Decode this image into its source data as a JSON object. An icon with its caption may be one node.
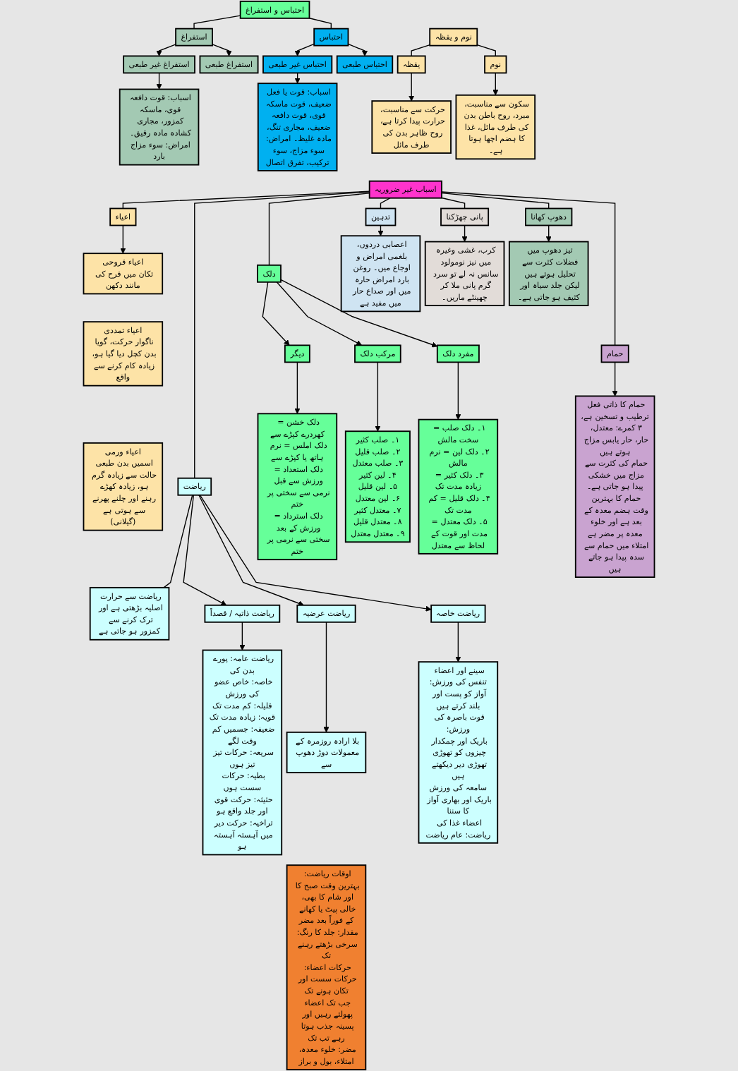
{
  "diagram": {
    "nodes": [
      {
        "text": [
          "احتباس و استفراغ"
        ]
      },
      {
        "text": [
          "استفراغ"
        ]
      },
      {
        "text": [
          "احتباس"
        ]
      },
      {
        "text": [
          "استفراغ غیر طبعی"
        ]
      },
      {
        "text": [
          "استفراغ طبعی"
        ]
      },
      {
        "text": [
          "احتباس غیر طبعی"
        ]
      },
      {
        "text": [
          "احتباس طبعی"
        ]
      },
      {
        "text": [
          "اسباب: قوت دافعہ قوی، ماسکہ کمزور، مجاری کشادہ مادہ رقیق۔ امراض: سوء مزاج بارد"
        ]
      },
      {
        "text": [
          "اسباب: قوت یا فعل ضعیف، قوت ماسکہ قوی، قوت دافعہ ضعیف، مجاری تنگ، مادہ غلیظ۔ امراض: سوء مزاج، سوء ترکیب، تفرق اتصال"
        ]
      },
      {
        "text": [
          "نوم و یقظہ"
        ]
      },
      {
        "text": [
          "یقظہ"
        ]
      },
      {
        "text": [
          "نوم"
        ]
      },
      {
        "text": [
          "حرکت سے مناسبت، حرارت پیدا کرتا ہے، روح ظاہر بدن کی طرف مائل"
        ]
      },
      {
        "text": [
          "سکون سے مناسبت، مبرد، روح باطن بدن کی طرف مائل، غذا کا ہضم اچھا ہوتا ہے۔"
        ]
      },
      {
        "text": [
          "اسباب غیر ضروریہ"
        ]
      },
      {
        "text": [
          "اعیاء"
        ]
      },
      {
        "text": [
          "ریاضت"
        ]
      },
      {
        "text": [
          "دلک"
        ]
      },
      {
        "text": [
          "تدہین"
        ]
      },
      {
        "text": [
          "پانی چھڑکنا"
        ]
      },
      {
        "text": [
          "دھوپ کھانا"
        ]
      },
      {
        "text": [
          "حمام"
        ]
      },
      {
        "text": [
          "اعیاء قروحی",
          "تکان میں قرح کی مانند دکھن"
        ]
      },
      {
        "text": [
          "اعیاء تمددی",
          "ناگوار حرکت، گویا بدن کچل دیا گیا ہو، زیادہ کام کرنے سے واقع"
        ]
      },
      {
        "text": [
          "اعیاء ورمی",
          "اسمیں بدن طبعی حالت سے زیادہ گرم ہو، زیادہ کھڑے رہنے اور چلنے پھرنے سے ہوتی ہے (گیلانی)"
        ]
      },
      {
        "text": [
          "اعصابی دردوں، بلغمی امراض و اوجاع میں۔ روغن بارد امراض حارہ میں اور صداع حار میں مفید ہے"
        ]
      },
      {
        "text": [
          "کرب، غشی وغیرہ میں نیز نومولود سانس نہ لے تو سرد گرم پانی ملا کر چھینٹے ماریں۔"
        ]
      },
      {
        "text": [
          "تیز دھوپ میں فضلات کثرت سے تحلیل ہوتے ہیں لیکن جلد سیاہ اور کثیف ہو جاتی ہے۔"
        ]
      },
      {
        "text": [
          "حمام کا ذاتی فعل ترطیب و تسخین ہے،",
          "۳ کمرے: معتدل، حار، حار یابس مزاج ہوتے ہیں",
          "حمام کی کثرت سے مزاج میں خشکی پیدا ہو جاتی ہے۔",
          "حمام کا بہترین وقت ہضم معدہ کے بعد ہے اور خلوء معدہ پر مضر ہے",
          "امتلاء میں حمام سے سدہ پیدا ہو جاتے ہیں"
        ]
      },
      {
        "text": [
          "دیگر"
        ]
      },
      {
        "text": [
          "مرکب دلک"
        ]
      },
      {
        "text": [
          "مفرد دلک"
        ]
      },
      {
        "text": [
          "دلک خشن = کھردرے کپڑے سے",
          "دلک املس = نرم ہاتھ یا کپڑے سے",
          "دلک استعداد = ورزش سے قبل نرمی سے سختی پر ختم",
          "دلک استرداد = ورزش کے بعد سختی سے نرمی پر ختم"
        ]
      },
      {
        "text": [
          "۱۔ صلب کثیر",
          "۲۔ صلب قلیل",
          "۳۔ صلب معتدل",
          "۴۔ لین کثیر",
          "۵۔ لین قلیل",
          "۶۔ لین معتدل",
          "۷۔ معتدل کثیر",
          "۸۔ معتدل قلیل",
          "۹۔ معتدل معتدل"
        ]
      },
      {
        "text": [
          "۱۔ دلک صلب = سخت مالش",
          "۲۔ دلک لین = نرم مالش",
          "۳۔ دلک کثیر = زیادہ مدت تک",
          "۴۔ دلک قلیل = کم مدت تک",
          "۵۔ دلک معتدل = مدت اور قوت کے لحاظ سے معتدل"
        ]
      },
      {
        "text": [
          "ریاضت سے حرارت اصلیہ بڑھتی ہے اور ترک کرنے سے کمزور ہو جاتی ہے"
        ]
      },
      {
        "text": [
          "ریاضت ذاتیہ / قصداً"
        ]
      },
      {
        "text": [
          "ریاضت عرضیہ"
        ]
      },
      {
        "text": [
          "ریاضت خاصہ"
        ]
      },
      {
        "text": [
          "ریاضت عامہ: پورے بدن کی",
          "خاصہ: خاص عضو کی ورزش",
          "قلیلہ: کم مدت تک",
          "قویہ: زیادہ مدت تک",
          "ضعیفہ: جسمیں کم وقت لگے",
          "سریعہ: حرکات تیز تیز ہوں",
          "بطیہ: حرکات سست ہوں",
          "حثیثہ: حرکت قوی اور جلد واقع ہو",
          "تراخیہ: حرکت دیر میں آہستہ آہستہ ہو"
        ]
      },
      {
        "text": [
          "بلا ارادہ روزمرہ کے معمولات دوڑ دھوپ سے"
        ]
      },
      {
        "text": [
          "سینے اور اعضاء تنفس کی ورزش:",
          "آواز کو پست اور بلند کرتے ہیں",
          "قوت باصرہ کی ورزش:",
          "باریک اور چمکدار چیزوں کو تھوڑی تھوڑی دیر دیکھتے ہیں",
          "سامعہ کی ورزش",
          "باریک اور بھاری آواز کا سننا",
          "اعضاء غذا کی ریاضت: عام ریاضت"
        ]
      },
      {
        "text": [
          "اوقات ریاضت: بہترین وقت صبح کا اور شام کا بھی، خالی پیٹ یا کھانے کے فوراً بعد مضر",
          "مقدار: جلد کا رنگ: سرخی بڑھتے رہنے تک",
          "حرکات اعضاء: حرکات سست اور تکان ہونے تک",
          "جب تک اعضاء پھولتے رہیں اور پسینہ جذب ہوتا رہے تب تک",
          "مضر: خلوء معدہ، امتلاء، بول و براز"
        ]
      }
    ],
    "edges": [
      {
        "from": 0,
        "to": 1,
        "arrow": "none"
      },
      {
        "from": 0,
        "to": 2,
        "arrow": "none"
      },
      {
        "from": 1,
        "to": 3,
        "arrow": "to"
      },
      {
        "from": 1,
        "to": 4,
        "arrow": "to"
      },
      {
        "from": 2,
        "to": 5,
        "arrow": "to"
      },
      {
        "from": 2,
        "to": 6,
        "arrow": "to"
      },
      {
        "from": 3,
        "to": 7,
        "arrow": "to"
      },
      {
        "from": 5,
        "to": 8,
        "arrow": "to"
      },
      {
        "from": 9,
        "to": 10,
        "arrow": "none"
      },
      {
        "from": 9,
        "to": 11,
        "arrow": "none"
      },
      {
        "from": 10,
        "to": 12,
        "arrow": "to"
      },
      {
        "from": 11,
        "to": 13,
        "arrow": "to"
      },
      {
        "from": 14,
        "to": 15,
        "arrow": "none"
      },
      {
        "from": 14,
        "to": 16,
        "arrow": "none"
      },
      {
        "from": 14,
        "to": 17,
        "arrow": "none"
      },
      {
        "from": 14,
        "to": 18,
        "arrow": "none"
      },
      {
        "from": 14,
        "to": 19,
        "arrow": "none"
      },
      {
        "from": 14,
        "to": 20,
        "arrow": "none"
      },
      {
        "from": 14,
        "to": 21,
        "arrow": "none"
      },
      {
        "from": 15,
        "to": 22,
        "arrow": "to"
      },
      {
        "from": 18,
        "to": 25,
        "arrow": "to"
      },
      {
        "from": 19,
        "to": 26,
        "arrow": "to"
      },
      {
        "from": 20,
        "to": 27,
        "arrow": "to"
      },
      {
        "from": 21,
        "to": 28,
        "arrow": "to"
      },
      {
        "from": 17,
        "to": 29,
        "arrow": "to"
      },
      {
        "from": 17,
        "to": 30,
        "arrow": "to"
      },
      {
        "from": 17,
        "to": 31,
        "arrow": "to"
      },
      {
        "from": 29,
        "to": 32,
        "arrow": "to"
      },
      {
        "from": 30,
        "to": 33,
        "arrow": "to"
      },
      {
        "from": 31,
        "to": 34,
        "arrow": "to"
      },
      {
        "from": 16,
        "to": 35,
        "arrow": "none"
      },
      {
        "from": 16,
        "to": 36,
        "arrow": "to"
      },
      {
        "from": 16,
        "to": 37,
        "arrow": "to"
      },
      {
        "from": 16,
        "to": 38,
        "arrow": "to"
      },
      {
        "from": 36,
        "to": 39,
        "arrow": "to"
      },
      {
        "from": 37,
        "to": 40,
        "arrow": "to"
      },
      {
        "from": 38,
        "to": 41,
        "arrow": "to"
      }
    ]
  }
}
